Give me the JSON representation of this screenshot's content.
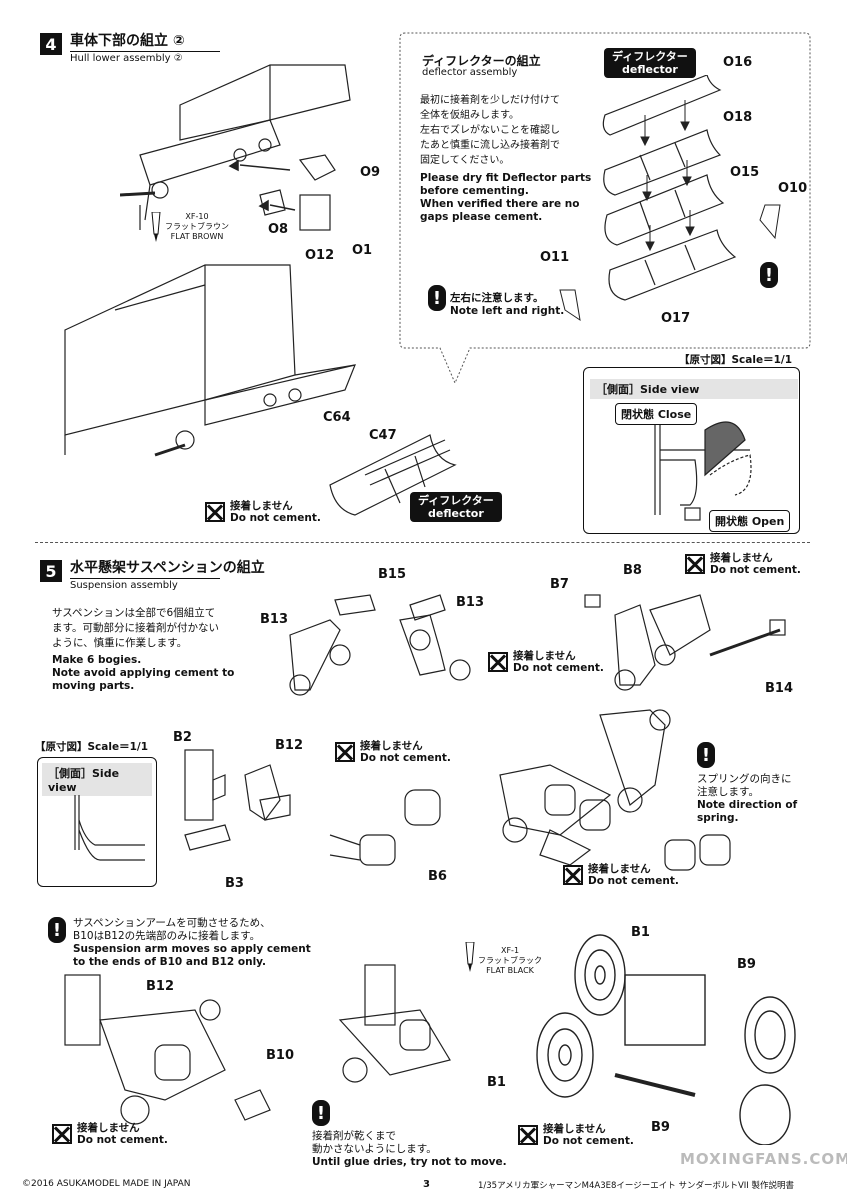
{
  "step4": {
    "number": "4",
    "title": "車体下部の組立 ②",
    "subtitle": "Hull lower assembly ②",
    "parts": {
      "o9": "O9",
      "o8": "O8",
      "o12": "O12",
      "o1": "O1",
      "c64": "C64",
      "c47": "C47"
    },
    "paint": {
      "code": "XF-10",
      "jp": "フラットブラウン",
      "en": "FLAT BROWN"
    },
    "no_cement_jp": "接着しません",
    "no_cement_en": "Do not cement.",
    "deflector_pill_jp": "ディフレクター",
    "deflector_pill_en": "deflector",
    "deflector_box": {
      "title_jp": "ディフレクターの組立",
      "title_en": "deflector assembly",
      "text_jp": [
        "最初に接着剤を少しだけ付けて",
        "全体を仮組みします。",
        "左右でズレがないことを確認し",
        "たあと慎重に流し込み接着剤で",
        "固定してください。"
      ],
      "text_en": [
        "Please dry fit Deflector parts",
        "before cementing.",
        "When verified there are no",
        "gaps please cement."
      ],
      "pill_jp": "ディフレクター",
      "pill_en": "deflector",
      "parts": {
        "o16": "O16",
        "o18": "O18",
        "o15": "O15",
        "o10": "O10",
        "o11": "O11",
        "o17": "O17"
      },
      "lr_jp": "左右に注意します。",
      "lr_en": "Note left and right."
    },
    "scale_label": "【原寸図】Scale＝1/1",
    "side_view": "［側面］Side view",
    "close_label": "閉状態 Close",
    "open_label": "開状態 Open"
  },
  "step5": {
    "number": "5",
    "title": "水平懸架サスペンションの組立",
    "subtitle": "Suspension assembly",
    "intro_jp": [
      "サスペンションは全部で6個組立て",
      "ます。可動部分に接着剤が付かない",
      "ように、慎重に作業します。"
    ],
    "intro_en": [
      "Make 6 bogies.",
      "Note avoid applying cement to",
      "moving parts."
    ],
    "parts": {
      "b15": "B15",
      "b13a": "B13",
      "b13b": "B13",
      "b7": "B7",
      "b8": "B8",
      "b14": "B14",
      "b2": "B2",
      "b12a": "B12",
      "b3": "B3",
      "b6": "B6",
      "b12b": "B12",
      "b10": "B10",
      "b1a": "B1",
      "b1b": "B1",
      "b9a": "B9",
      "b9b": "B9"
    },
    "no_cement_jp": "接着しません",
    "no_cement_en": "Do not cement.",
    "scale_label": "【原寸図】Scale＝1/1",
    "side_view": "［側面］Side view",
    "spring_jp": [
      "スプリングの向きに",
      "注意します。"
    ],
    "spring_en": [
      "Note direction of",
      "spring."
    ],
    "arm_jp": [
      "サスペンションアームを可動させるため、",
      "B10はB12の先端部のみに接着します。"
    ],
    "arm_en": [
      "Suspension arm moves so apply cement",
      "to the ends of B10 and B12 only."
    ],
    "glue_jp": [
      "接着剤が乾くまで",
      "動かさないようにします。"
    ],
    "glue_en": "Until glue dries, try not to move.",
    "paint": {
      "code": "XF-1",
      "jp": "フラットブラック",
      "en": "FLAT BLACK"
    }
  },
  "footer": {
    "copyright": "©2016 ASUKAMODEL    MADE IN JAPAN",
    "page": "3",
    "product": "1/35アメリカ軍シャーマンM4A3E8イージーエイト サンダーボルトVII  製作説明書",
    "watermark": "MOXINGFANS.COM"
  }
}
